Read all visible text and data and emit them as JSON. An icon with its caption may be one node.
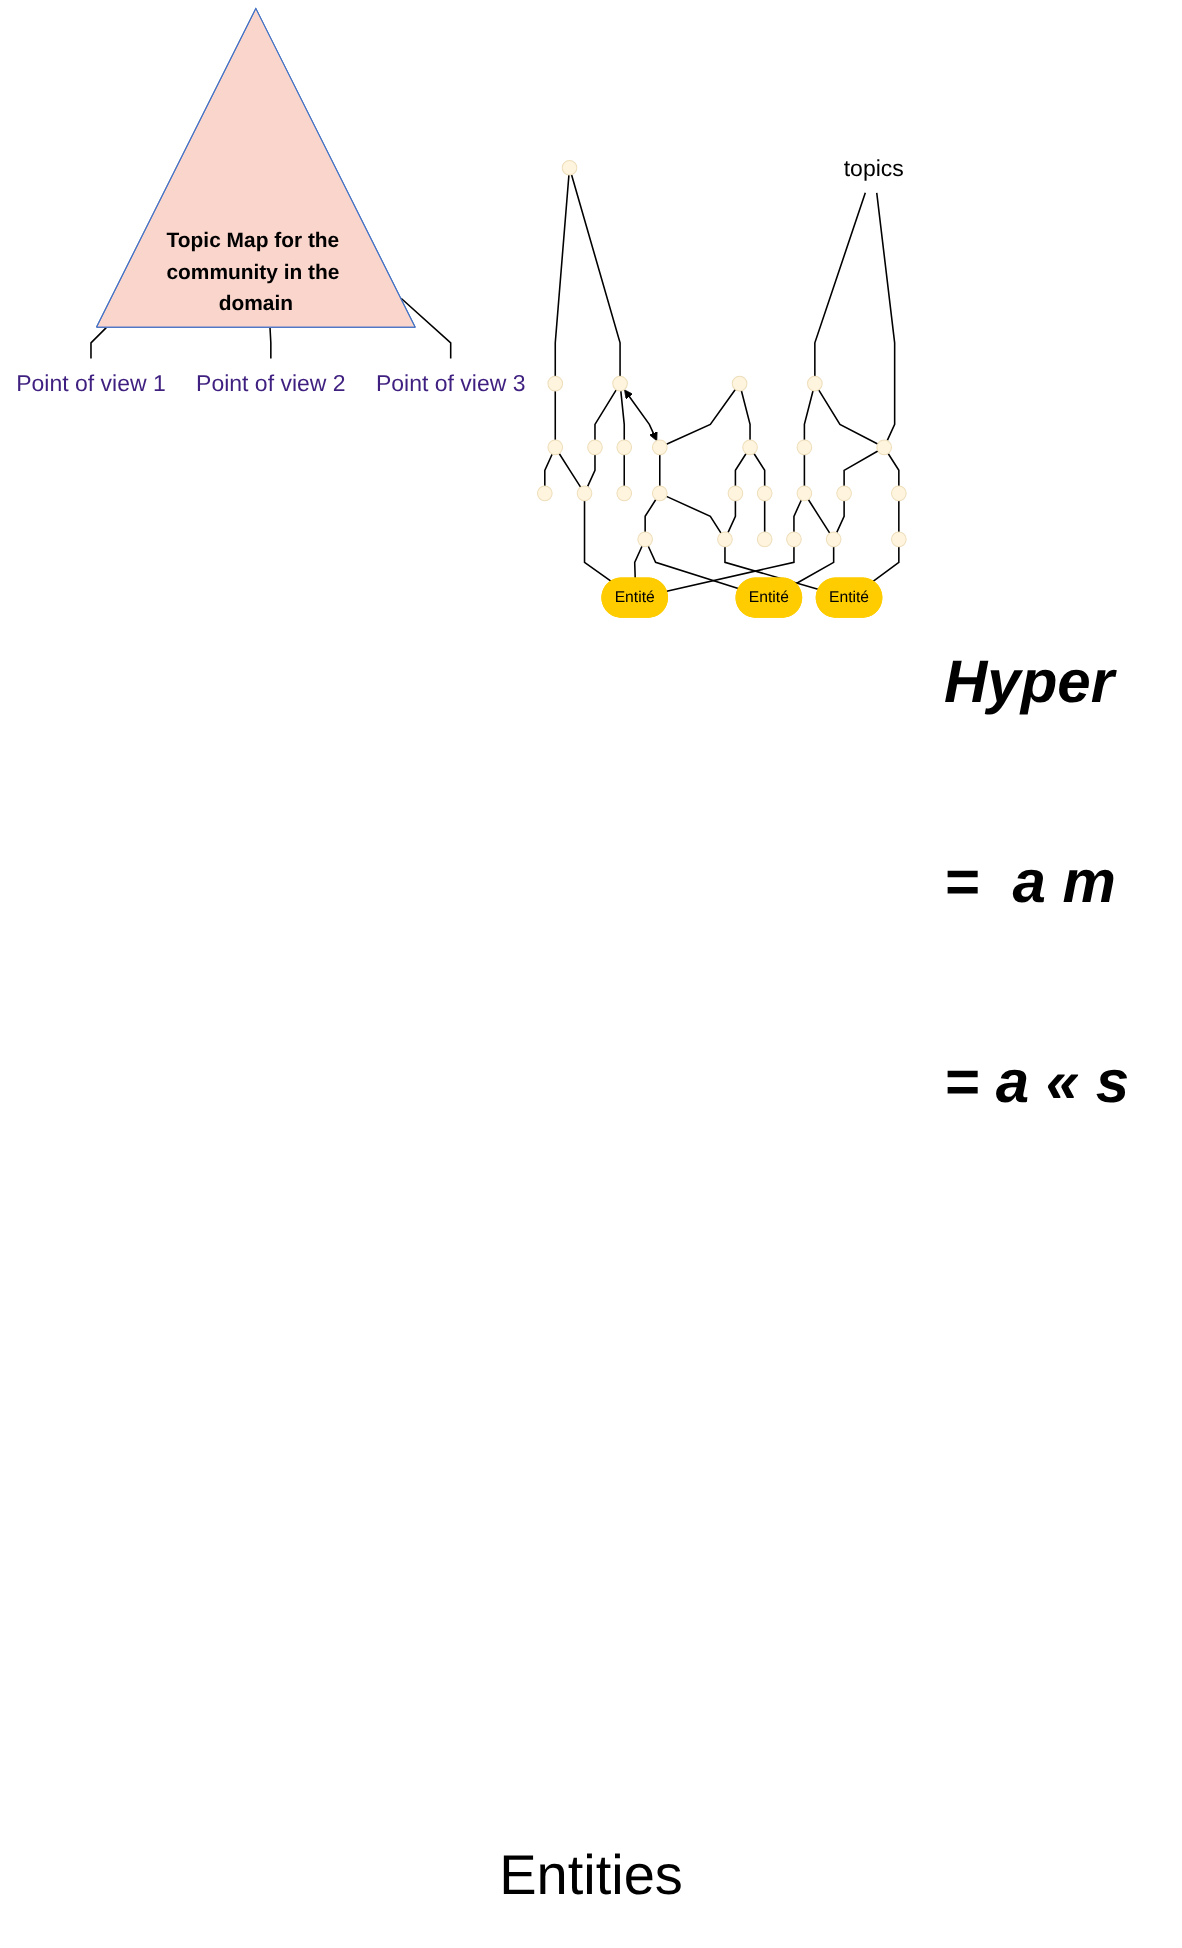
{
  "diagram": {
    "nodes": [
      {
        "text": [
          "Topic Map for the community in the domain"
        ]
      },
      {
        "text": [
          "Point of view 1"
        ]
      },
      {
        "text": [
          "Point of view 2"
        ]
      },
      {
        "text": [
          "Point of view 3"
        ]
      },
      {
        "text": [],
        "shape": "circle"
      },
      {
        "text": [],
        "shape": "circle"
      },
      {
        "text": [],
        "shape": "circle"
      },
      {
        "text": [],
        "shape": "circle"
      },
      {
        "text": [],
        "shape": "circle"
      },
      {
        "text": [],
        "shape": "circle"
      },
      {
        "text": [],
        "shape": "circle"
      },
      {
        "text": [],
        "shape": "circle"
      },
      {
        "text": [],
        "shape": "circle"
      },
      {
        "text": [],
        "shape": "circle"
      },
      {
        "text": [],
        "shape": "circle"
      },
      {
        "text": [],
        "shape": "circle"
      },
      {
        "text": [],
        "shape": "circle"
      },
      {
        "text": [],
        "shape": "circle"
      },
      {
        "text": [],
        "shape": "circle"
      },
      {
        "text": [],
        "shape": "circle"
      },
      {
        "text": [],
        "shape": "circle"
      },
      {
        "text": [],
        "shape": "circle"
      },
      {
        "text": [],
        "shape": "circle"
      },
      {
        "text": [],
        "shape": "circle"
      },
      {
        "text": [],
        "shape": "circle"
      },
      {
        "text": [],
        "shape": "circle"
      },
      {
        "text": [],
        "shape": "circle"
      },
      {
        "text": [],
        "shape": "circle"
      },
      {
        "text": [],
        "shape": "circle"
      },
      {
        "text": [],
        "shape": "circle"
      },
      {
        "text": [],
        "shape": "circle"
      },
      {
        "text": [
          "topics"
        ]
      },
      {
        "text": [
          "Entité"
        ]
      },
      {
        "text": [
          "Entité"
        ]
      },
      {
        "text": [
          "Entité"
        ]
      }
    ],
    "edges": [
      {
        "from": 0,
        "to": 1,
        "arrow": "none"
      },
      {
        "from": 0,
        "to": 2,
        "arrow": "none"
      },
      {
        "from": 0,
        "to": 3,
        "arrow": "none"
      },
      {
        "from": 4,
        "to": 5,
        "arrow": "none"
      },
      {
        "from": 4,
        "to": 6,
        "arrow": "none"
      },
      {
        "from": 5,
        "to": 7,
        "arrow": "none"
      },
      {
        "from": 6,
        "to": 8,
        "arrow": "none"
      },
      {
        "from": 6,
        "to": 9,
        "arrow": "none"
      },
      {
        "from": 7,
        "to": 10,
        "arrow": "none"
      },
      {
        "from": 7,
        "to": 11,
        "arrow": "none"
      },
      {
        "from": 8,
        "to": 11,
        "arrow": "none"
      },
      {
        "from": 9,
        "to": 12,
        "arrow": "none"
      },
      {
        "from": 13,
        "to": 14,
        "arrow": "none"
      },
      {
        "from": 13,
        "to": 15,
        "arrow": "none"
      },
      {
        "from": 14,
        "to": 16,
        "arrow": "none"
      },
      {
        "from": 15,
        "to": 17,
        "arrow": "none"
      },
      {
        "from": 15,
        "to": 18,
        "arrow": "none"
      },
      {
        "from": 16,
        "to": 19,
        "arrow": "none"
      },
      {
        "from": 16,
        "to": 20,
        "arrow": "none"
      },
      {
        "from": 17,
        "to": 20,
        "arrow": "none"
      },
      {
        "from": 18,
        "to": 21,
        "arrow": "none"
      },
      {
        "from": 22,
        "to": 23,
        "arrow": "none"
      },
      {
        "from": 22,
        "to": 24,
        "arrow": "none"
      },
      {
        "from": 23,
        "to": 25,
        "arrow": "none"
      },
      {
        "from": 24,
        "to": 26,
        "arrow": "none"
      },
      {
        "from": 24,
        "to": 27,
        "arrow": "none"
      },
      {
        "from": 25,
        "to": 28,
        "arrow": "none"
      },
      {
        "from": 25,
        "to": 29,
        "arrow": "none"
      },
      {
        "from": 26,
        "to": 29,
        "arrow": "none"
      },
      {
        "from": 27,
        "to": 30,
        "arrow": "none"
      },
      {
        "from": 6,
        "to": 14,
        "arrow": "both"
      },
      {
        "from": 31,
        "to": 22,
        "arrow": "none"
      },
      {
        "from": 31,
        "to": 24,
        "arrow": "none"
      },
      {
        "from": 11,
        "to": 32,
        "arrow": "none"
      },
      {
        "from": 19,
        "to": 32,
        "arrow": "none"
      },
      {
        "from": 28,
        "to": 32,
        "arrow": "none"
      },
      {
        "from": 19,
        "to": 33,
        "arrow": "none"
      },
      {
        "from": 29,
        "to": 33,
        "arrow": "none"
      },
      {
        "from": 20,
        "to": 34,
        "arrow": "none"
      },
      {
        "from": 30,
        "to": 34,
        "arrow": "none"
      }
    ],
    "labels": [
      "Hyper",
      "=  a m",
      "= a « s",
      "Entities"
    ]
  }
}
